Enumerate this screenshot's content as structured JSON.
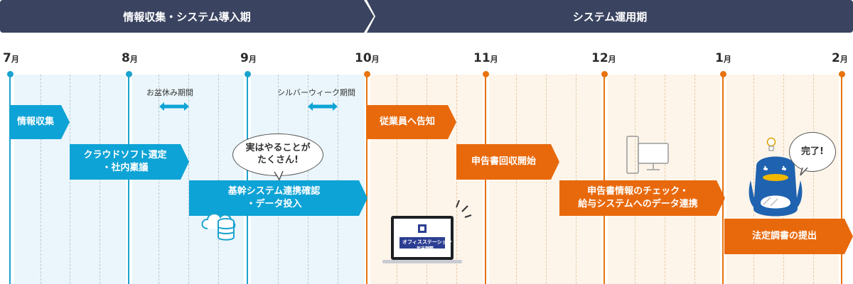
{
  "phases": {
    "phase1": "情報収集・システム導入期",
    "phase2": "システム運用期"
  },
  "months": [
    {
      "num": "7",
      "unit": "月"
    },
    {
      "num": "8",
      "unit": "月"
    },
    {
      "num": "9",
      "unit": "月"
    },
    {
      "num": "10",
      "unit": "月"
    },
    {
      "num": "11",
      "unit": "月"
    },
    {
      "num": "12",
      "unit": "月"
    },
    {
      "num": "1",
      "unit": "月"
    },
    {
      "num": "2",
      "unit": "月"
    }
  ],
  "holidays": {
    "obon": "お盆休み期間",
    "silver_week": "シルバーウィーク期間"
  },
  "tasks": {
    "info_collection": "情報収集",
    "cloud_soft": "クラウドソフト選定\n・社内稟議",
    "core_integration": "基幹システム連携確認\n・データ投入",
    "notify_employees": "従業員へ告知",
    "start_collection": "申告書回収開始",
    "check_payroll": "申告書情報のチェック・\n給与システムへのデータ連携",
    "submit_report": "法定調書の提出"
  },
  "bubbles": {
    "lots_to_do": "実はやることが\nたくさん!",
    "done": "完了!"
  },
  "laptop": {
    "brand": "オフィスステーション",
    "product": "年末調整"
  },
  "colors": {
    "phase_header": "#3a4460",
    "blue_accent": "#0ea3d6",
    "orange_accent": "#e8690c",
    "blue_band": "#eaf6fb",
    "orange_band": "#fdf5ea"
  },
  "icons": [
    "cloud-database-icon",
    "laptop-icon",
    "monitor-icon",
    "penguin-mascot-icon",
    "lightbulb-icon",
    "double-arrow-icon"
  ]
}
